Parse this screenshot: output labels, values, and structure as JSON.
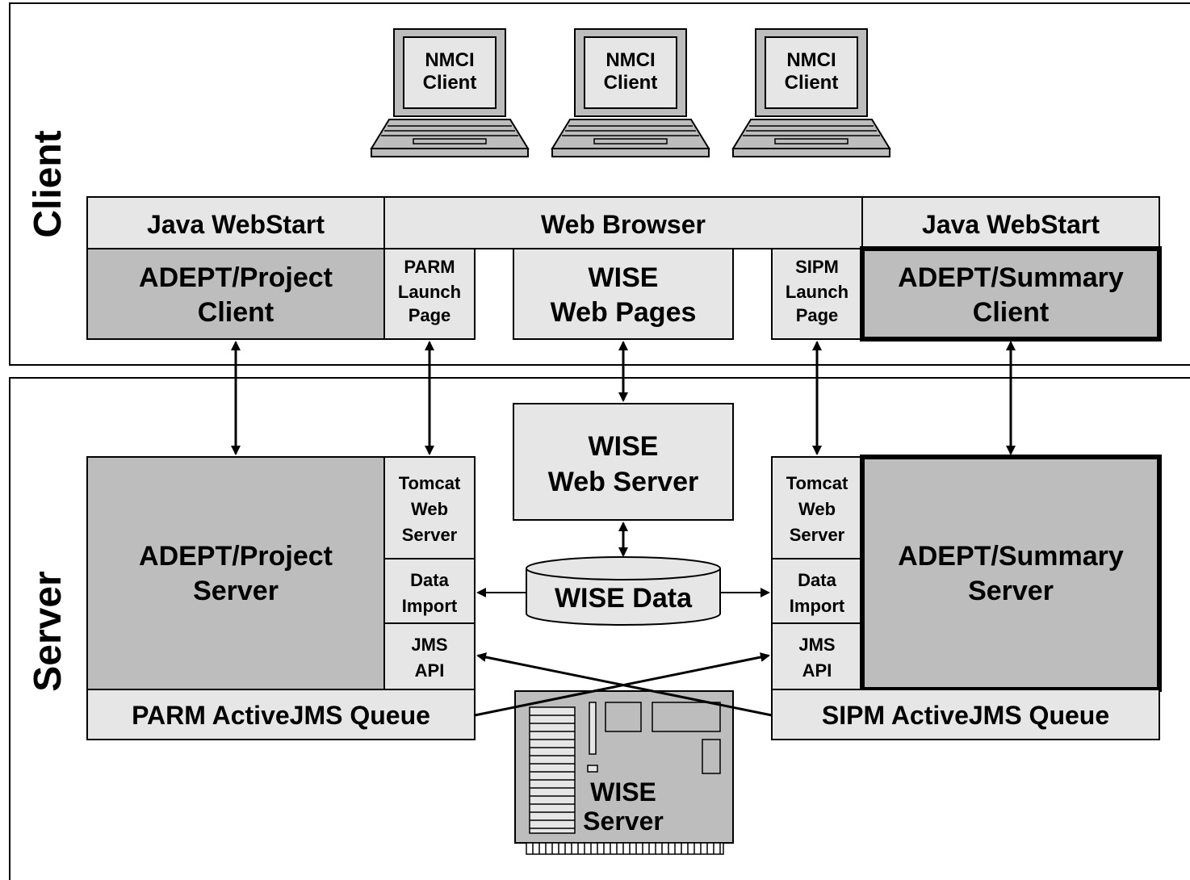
{
  "zones": {
    "client_label": "Client",
    "server_label": "Server"
  },
  "laptops": [
    {
      "line1": "NMCI",
      "line2": "Client"
    },
    {
      "line1": "NMCI",
      "line2": "Client"
    },
    {
      "line1": "NMCI",
      "line2": "Client"
    }
  ],
  "client_tier": {
    "java_webstart_left": "Java WebStart",
    "web_browser": "Web Browser",
    "java_webstart_right": "Java WebStart",
    "adept_project_client": [
      "ADEPT/Project",
      "Client"
    ],
    "parm_launch_page": [
      "PARM",
      "Launch",
      "Page"
    ],
    "wise_web_pages": [
      "WISE",
      "Web Pages"
    ],
    "sipm_launch_page": [
      "SIPM",
      "Launch",
      "Page"
    ],
    "adept_summary_client": [
      "ADEPT/Summary",
      "Client"
    ]
  },
  "server_tier": {
    "adept_project_server": [
      "ADEPT/Project",
      "Server"
    ],
    "tomcat_left": [
      "Tomcat",
      "Web",
      "Server"
    ],
    "data_import_left": [
      "Data",
      "Import"
    ],
    "jms_api_left": [
      "JMS",
      "API"
    ],
    "parm_queue": "PARM ActiveJMS Queue",
    "wise_web_server": [
      "WISE",
      "Web Server"
    ],
    "wise_data": "WISE Data",
    "tomcat_right": [
      "Tomcat",
      "Web",
      "Server"
    ],
    "data_import_right": [
      "Data",
      "Import"
    ],
    "jms_api_right": [
      "JMS",
      "API"
    ],
    "adept_summary_server": [
      "ADEPT/Summary",
      "Server"
    ],
    "sipm_queue": "SIPM ActiveJMS Queue",
    "wise_server": [
      "WISE",
      "Server"
    ]
  },
  "colors": {
    "light_fill": "#e6e6e6",
    "dark_fill": "#bdbdbd"
  }
}
